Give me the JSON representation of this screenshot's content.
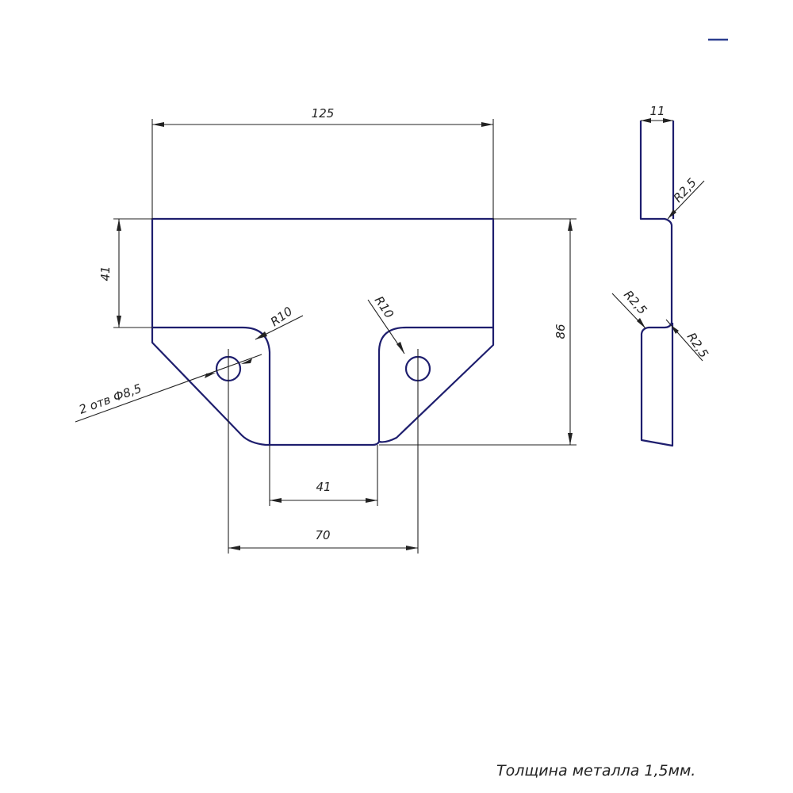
{
  "dimensions": {
    "width_overall": "125",
    "height_top": "41",
    "height_overall": "86",
    "slot_width": "41",
    "hole_spacing": "70",
    "radius_left": "R10",
    "radius_right": "R10",
    "holes": "2 отв Ф8,5",
    "side_thickness": "11",
    "side_radius_top": "R2,5",
    "side_radius_left": "R2,5",
    "side_radius_right": "R2,5"
  },
  "note": "Толщина металла 1,5мм."
}
